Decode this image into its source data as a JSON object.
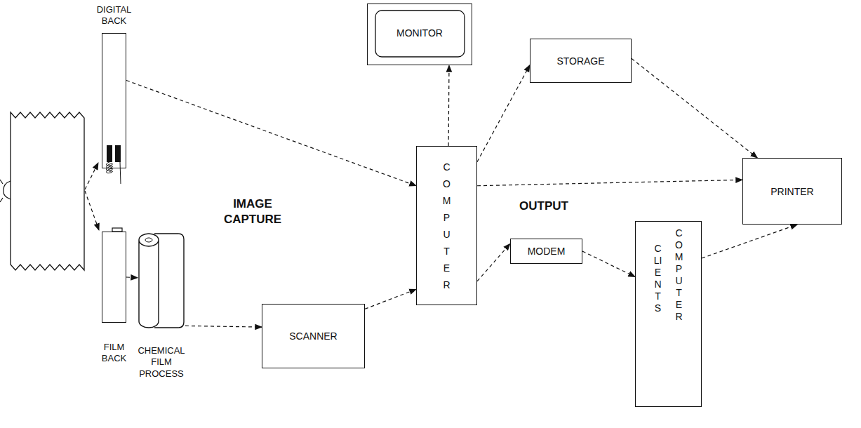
{
  "diagram": {
    "nodes": [
      {
        "text": [
          "DIGITAL BACK"
        ]
      },
      {
        "text": [
          "FILM BACK"
        ]
      },
      {
        "text": [
          "CHEMICAL FILM PROCESS"
        ]
      },
      {
        "text": [
          "SCANNER"
        ]
      },
      {
        "text": [
          "COMPUTER"
        ]
      },
      {
        "text": [
          "MONITOR"
        ]
      },
      {
        "text": [
          "STORAGE"
        ]
      },
      {
        "text": [
          "MODEM"
        ]
      },
      {
        "text": [
          "CLIENTS",
          "COMPUTER"
        ]
      },
      {
        "text": [
          "PRINTER"
        ]
      }
    ],
    "edges": [
      {
        "from": 0,
        "to": 4,
        "arrow": "to"
      },
      {
        "from": 1,
        "to": 2,
        "arrow": "to"
      },
      {
        "from": 2,
        "to": 3,
        "arrow": "to"
      },
      {
        "from": 3,
        "to": 4,
        "arrow": "to"
      },
      {
        "from": 4,
        "to": 5,
        "arrow": "to"
      },
      {
        "from": 4,
        "to": 6,
        "arrow": "to"
      },
      {
        "from": 6,
        "to": 9,
        "arrow": "to"
      },
      {
        "from": 4,
        "to": 9,
        "arrow": "to"
      },
      {
        "from": 4,
        "to": 7,
        "arrow": "to"
      },
      {
        "from": 7,
        "to": 8,
        "arrow": "to"
      },
      {
        "from": 8,
        "to": 9,
        "arrow": "to"
      }
    ],
    "labels": [
      "IMAGE CAPTURE",
      "OUTPUT"
    ]
  }
}
